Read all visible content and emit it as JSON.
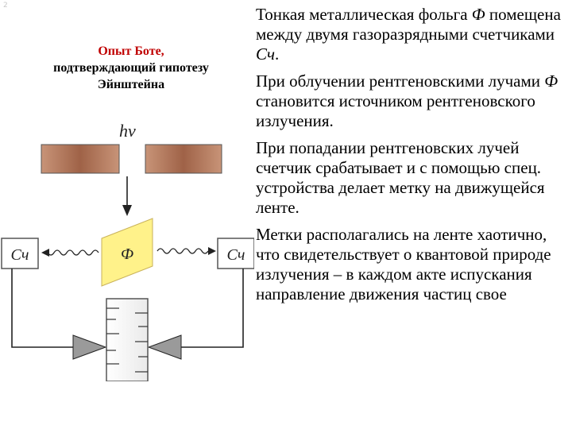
{
  "corner_mark": "2",
  "title": {
    "line1": "Опыт Боте,",
    "line2": "подтверждающий гипотезу",
    "line3": "Эйнштейна"
  },
  "diagram": {
    "photon_label": "hν",
    "foil_label": "Ф",
    "counter_left_label": "Сч",
    "counter_right_label": "Сч",
    "colors": {
      "slit_block": "#b5785a",
      "foil_fill": "#fff28a",
      "foil_stroke": "#c9b25a",
      "line": "#222222",
      "arrow_fill": "#9a9a9a"
    }
  },
  "paragraphs": [
    {
      "parts": [
        {
          "text": "Тонкая металлическая фольга ",
          "italic": false
        },
        {
          "text": "Ф",
          "italic": true
        },
        {
          "text": " помещена между двумя газоразрядными счетчиками ",
          "italic": false
        },
        {
          "text": "Сч",
          "italic": true
        },
        {
          "text": ".",
          "italic": false
        }
      ]
    },
    {
      "parts": [
        {
          "text": "При облучении рентгеновскими лучами ",
          "italic": false
        },
        {
          "text": "Ф",
          "italic": true
        },
        {
          "text": " становится источником рентгеновского излучения.",
          "italic": false
        }
      ]
    },
    {
      "parts": [
        {
          "text": "При попадании рентгеновских лучей счетчик срабатывает и с помощью спец. устройства делает метку на движущейся ленте.",
          "italic": false
        }
      ]
    },
    {
      "parts": [
        {
          "text": "Метки располагались на ленте хаотично, что свидетельствует о квантовой природе излучения – в каждом акте испускания направление движения частиц свое",
          "italic": false
        }
      ]
    }
  ]
}
